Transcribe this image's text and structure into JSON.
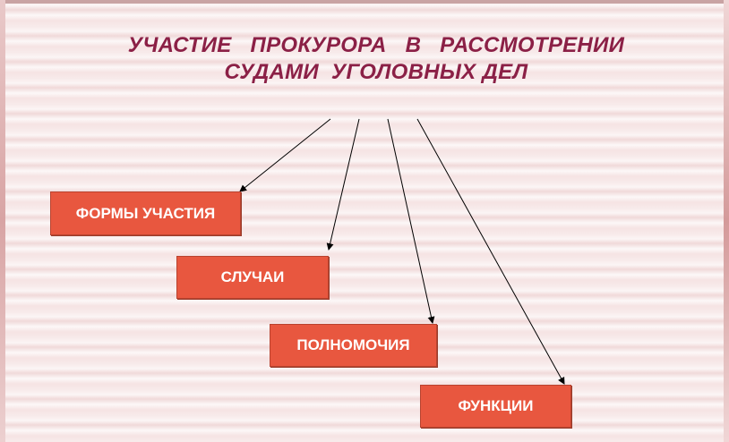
{
  "title": {
    "line1": "УЧАСТИЕ   ПРОКУРОРА   В   РАССМОТРЕНИИ",
    "line2": "СУДАМИ  УГОЛОВНЫХ ДЕЛ"
  },
  "nodes": [
    {
      "id": "forms",
      "label": "ФОРМЫ УЧАСТИЯ"
    },
    {
      "id": "cases",
      "label": "СЛУЧАИ"
    },
    {
      "id": "powers",
      "label": "ПОЛНОМОЧИЯ"
    },
    {
      "id": "functions",
      "label": "ФУНКЦИИ"
    }
  ],
  "colors": {
    "title": "#8b2046",
    "node_fill": "#e8573f",
    "node_text": "#ffffff",
    "arrow": "#000000"
  }
}
